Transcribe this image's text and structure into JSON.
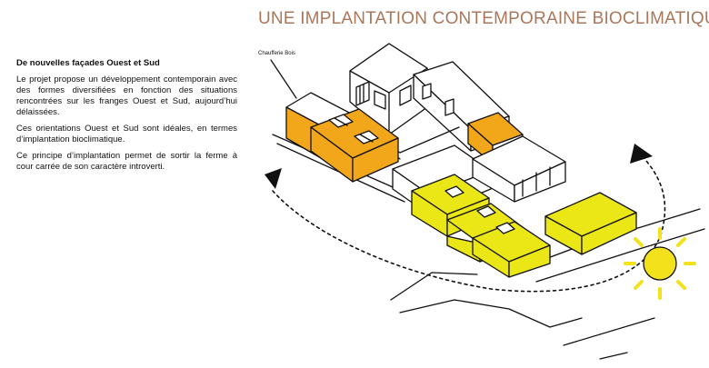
{
  "page": {
    "title": "UNE IMPLANTATION CONTEMPORAINE BIOCLIMATIQUE"
  },
  "text_panel": {
    "heading": "De nouvelles façades Ouest et Sud",
    "paragraphs": [
      "Le projet propose un développement contemporain avec des formes diversifiées en fonction des situations rencontrées sur les franges Ouest et Sud, aujourd’hui délaissées.",
      "Ces orientations Ouest et Sud sont idéales, en termes d’implantation bioclimatique.",
      "Ce principe d’implantation permet de sortir la ferme à cour carrée de son caractère introverti."
    ]
  },
  "diagram": {
    "labels": {
      "chaufferie": "Chaufferie Bois"
    },
    "icons": [
      "sun-icon",
      "sun-path-arc",
      "arrow-head-left",
      "arrow-head-right"
    ],
    "colors": {
      "title": "#a9785b",
      "orange_buildings": "#f2a71b",
      "yellow_buildings": "#ebe615",
      "outline": "#111111",
      "sun": "#f3e11c"
    }
  }
}
